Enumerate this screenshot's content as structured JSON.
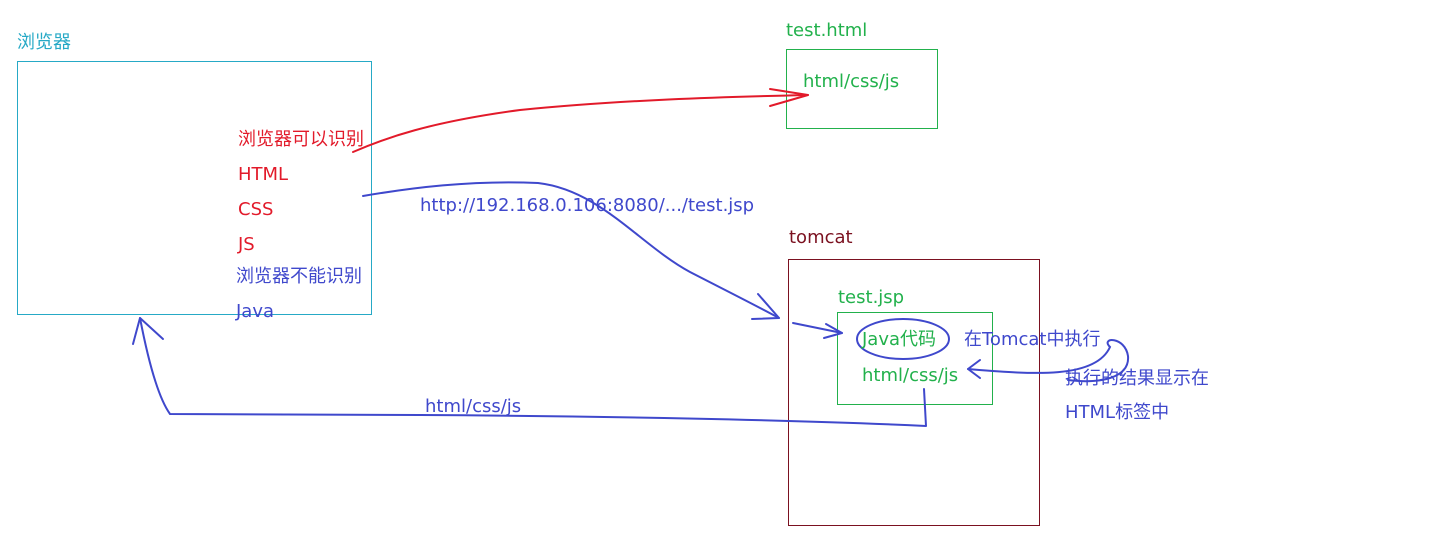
{
  "colors": {
    "browser_box": "#26a9c6",
    "test_html_box": "#22b14c",
    "tomcat_box": "#7b1120",
    "jsp_box": "#22b14c",
    "red_ink": "#e21a2a",
    "blue_ink": "#3f48cc",
    "green_text": "#22b14c",
    "cyan_text": "#26a9c6",
    "dark_red_text": "#7b1120"
  },
  "browser": {
    "title": "浏览器",
    "can_recognize": "浏览器可以识别",
    "html": "HTML",
    "css": "CSS",
    "js": "JS",
    "cannot_recognize": "浏览器不能识别",
    "java": "Java"
  },
  "test_html": {
    "filename": "test.html",
    "content": "html/css/js"
  },
  "request_url": "http://192.168.0.106:8080/.../test.jsp",
  "tomcat": {
    "title": "tomcat",
    "jsp_filename": "test.jsp",
    "java_code": "Java代码",
    "jsp_html": "html/css/js"
  },
  "notes": {
    "execute_in_tomcat": "在Tomcat中执行",
    "result_line1": "执行的结果显示在",
    "result_line2": "HTML标签中"
  },
  "response_label": "html/css/js"
}
